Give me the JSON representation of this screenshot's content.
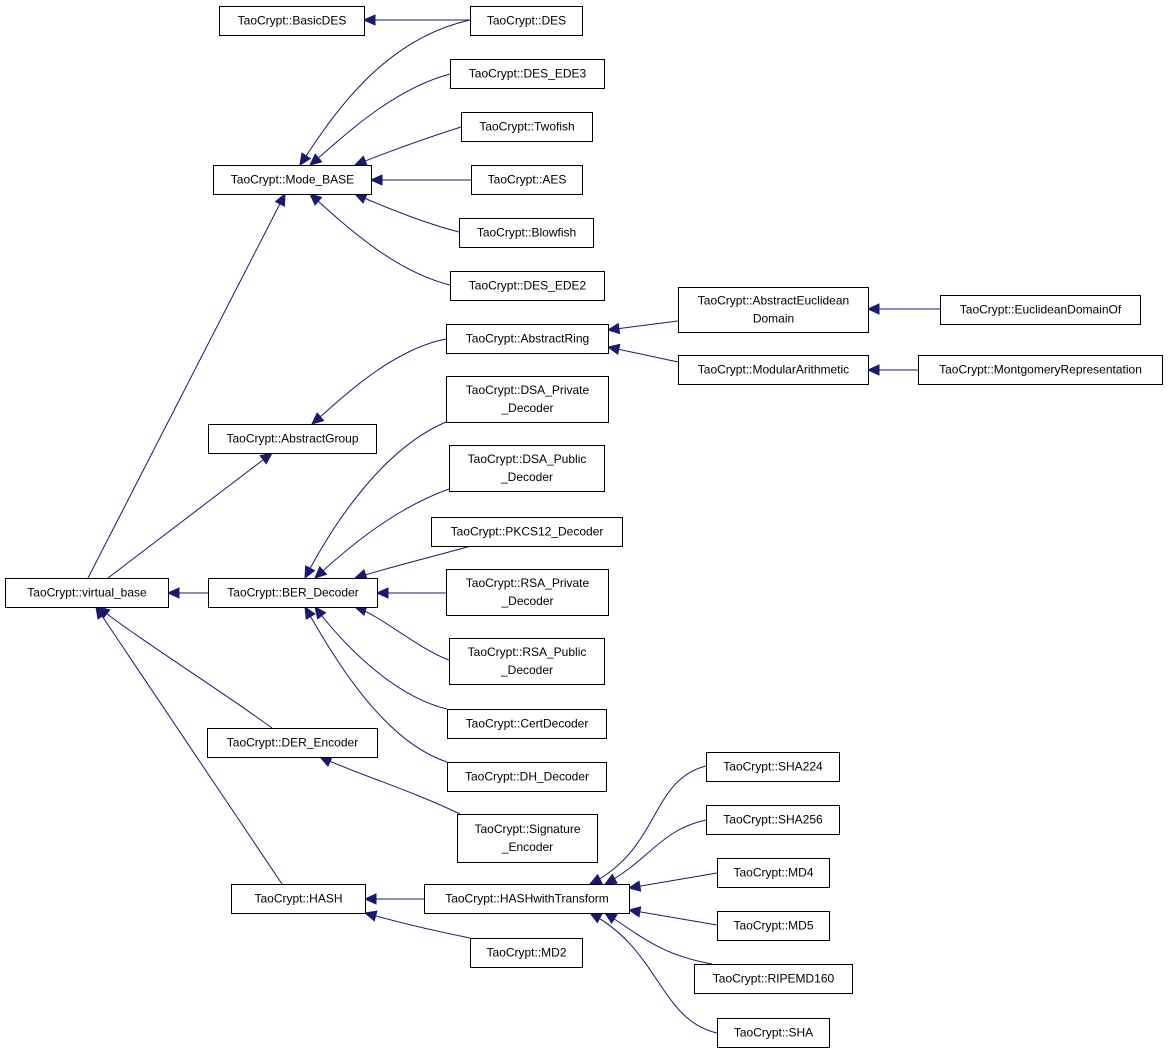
{
  "diagram": {
    "type": "class-inheritance-graph",
    "edge_color": "#191970",
    "nodes": [
      {
        "id": "virtual_base",
        "lines": [
          "TaoCrypt::virtual_base"
        ]
      },
      {
        "id": "Mode_BASE",
        "lines": [
          "TaoCrypt::Mode_BASE"
        ]
      },
      {
        "id": "BasicDES",
        "lines": [
          "TaoCrypt::BasicDES"
        ]
      },
      {
        "id": "DES",
        "lines": [
          "TaoCrypt::DES"
        ]
      },
      {
        "id": "DES_EDE3",
        "lines": [
          "TaoCrypt::DES_EDE3"
        ]
      },
      {
        "id": "Twofish",
        "lines": [
          "TaoCrypt::Twofish"
        ]
      },
      {
        "id": "AES",
        "lines": [
          "TaoCrypt::AES"
        ]
      },
      {
        "id": "Blowfish",
        "lines": [
          "TaoCrypt::Blowfish"
        ]
      },
      {
        "id": "DES_EDE2",
        "lines": [
          "TaoCrypt::DES_EDE2"
        ]
      },
      {
        "id": "AbstractGroup",
        "lines": [
          "TaoCrypt::AbstractGroup"
        ]
      },
      {
        "id": "AbstractRing",
        "lines": [
          "TaoCrypt::AbstractRing"
        ]
      },
      {
        "id": "AbstractEuclideanDomain",
        "lines": [
          "TaoCrypt::AbstractEuclidean",
          "Domain"
        ]
      },
      {
        "id": "EuclideanDomainOf",
        "lines": [
          "TaoCrypt::EuclideanDomainOf"
        ]
      },
      {
        "id": "ModularArithmetic",
        "lines": [
          "TaoCrypt::ModularArithmetic"
        ]
      },
      {
        "id": "MontgomeryRepresentation",
        "lines": [
          "TaoCrypt::MontgomeryRepresentation"
        ]
      },
      {
        "id": "BER_Decoder",
        "lines": [
          "TaoCrypt::BER_Decoder"
        ]
      },
      {
        "id": "DSA_Private_Decoder",
        "lines": [
          "TaoCrypt::DSA_Private",
          "_Decoder"
        ]
      },
      {
        "id": "DSA_Public_Decoder",
        "lines": [
          "TaoCrypt::DSA_Public",
          "_Decoder"
        ]
      },
      {
        "id": "PKCS12_Decoder",
        "lines": [
          "TaoCrypt::PKCS12_Decoder"
        ]
      },
      {
        "id": "RSA_Private_Decoder",
        "lines": [
          "TaoCrypt::RSA_Private",
          "_Decoder"
        ]
      },
      {
        "id": "RSA_Public_Decoder",
        "lines": [
          "TaoCrypt::RSA_Public",
          "_Decoder"
        ]
      },
      {
        "id": "CertDecoder",
        "lines": [
          "TaoCrypt::CertDecoder"
        ]
      },
      {
        "id": "DH_Decoder",
        "lines": [
          "TaoCrypt::DH_Decoder"
        ]
      },
      {
        "id": "DER_Encoder",
        "lines": [
          "TaoCrypt::DER_Encoder"
        ]
      },
      {
        "id": "Signature_Encoder",
        "lines": [
          "TaoCrypt::Signature",
          "_Encoder"
        ]
      },
      {
        "id": "HASH",
        "lines": [
          "TaoCrypt::HASH"
        ]
      },
      {
        "id": "HASHwithTransform",
        "lines": [
          "TaoCrypt::HASHwithTransform"
        ]
      },
      {
        "id": "MD2",
        "lines": [
          "TaoCrypt::MD2"
        ]
      },
      {
        "id": "SHA224",
        "lines": [
          "TaoCrypt::SHA224"
        ]
      },
      {
        "id": "SHA256",
        "lines": [
          "TaoCrypt::SHA256"
        ]
      },
      {
        "id": "MD4",
        "lines": [
          "TaoCrypt::MD4"
        ]
      },
      {
        "id": "MD5",
        "lines": [
          "TaoCrypt::MD5"
        ]
      },
      {
        "id": "RIPEMD160",
        "lines": [
          "TaoCrypt::RIPEMD160"
        ]
      },
      {
        "id": "SHA",
        "lines": [
          "TaoCrypt::SHA"
        ]
      }
    ],
    "edges": [
      {
        "from": "virtual_base",
        "to": "Mode_BASE"
      },
      {
        "from": "virtual_base",
        "to": "AbstractGroup"
      },
      {
        "from": "virtual_base",
        "to": "BER_Decoder"
      },
      {
        "from": "virtual_base",
        "to": "DER_Encoder"
      },
      {
        "from": "virtual_base",
        "to": "HASH"
      },
      {
        "from": "BasicDES",
        "to": "DES"
      },
      {
        "from": "Mode_BASE",
        "to": "DES"
      },
      {
        "from": "Mode_BASE",
        "to": "DES_EDE3"
      },
      {
        "from": "Mode_BASE",
        "to": "Twofish"
      },
      {
        "from": "Mode_BASE",
        "to": "AES"
      },
      {
        "from": "Mode_BASE",
        "to": "Blowfish"
      },
      {
        "from": "Mode_BASE",
        "to": "DES_EDE2"
      },
      {
        "from": "AbstractGroup",
        "to": "AbstractRing"
      },
      {
        "from": "AbstractRing",
        "to": "AbstractEuclideanDomain"
      },
      {
        "from": "AbstractRing",
        "to": "ModularArithmetic"
      },
      {
        "from": "AbstractEuclideanDomain",
        "to": "EuclideanDomainOf"
      },
      {
        "from": "ModularArithmetic",
        "to": "MontgomeryRepresentation"
      },
      {
        "from": "BER_Decoder",
        "to": "DSA_Private_Decoder"
      },
      {
        "from": "BER_Decoder",
        "to": "DSA_Public_Decoder"
      },
      {
        "from": "BER_Decoder",
        "to": "PKCS12_Decoder"
      },
      {
        "from": "BER_Decoder",
        "to": "RSA_Private_Decoder"
      },
      {
        "from": "BER_Decoder",
        "to": "RSA_Public_Decoder"
      },
      {
        "from": "BER_Decoder",
        "to": "CertDecoder"
      },
      {
        "from": "BER_Decoder",
        "to": "DH_Decoder"
      },
      {
        "from": "DER_Encoder",
        "to": "Signature_Encoder"
      },
      {
        "from": "HASH",
        "to": "HASHwithTransform"
      },
      {
        "from": "HASH",
        "to": "MD2"
      },
      {
        "from": "HASHwithTransform",
        "to": "SHA224"
      },
      {
        "from": "HASHwithTransform",
        "to": "SHA256"
      },
      {
        "from": "HASHwithTransform",
        "to": "MD4"
      },
      {
        "from": "HASHwithTransform",
        "to": "MD5"
      },
      {
        "from": "HASHwithTransform",
        "to": "RIPEMD160"
      },
      {
        "from": "HASHwithTransform",
        "to": "SHA"
      }
    ]
  }
}
